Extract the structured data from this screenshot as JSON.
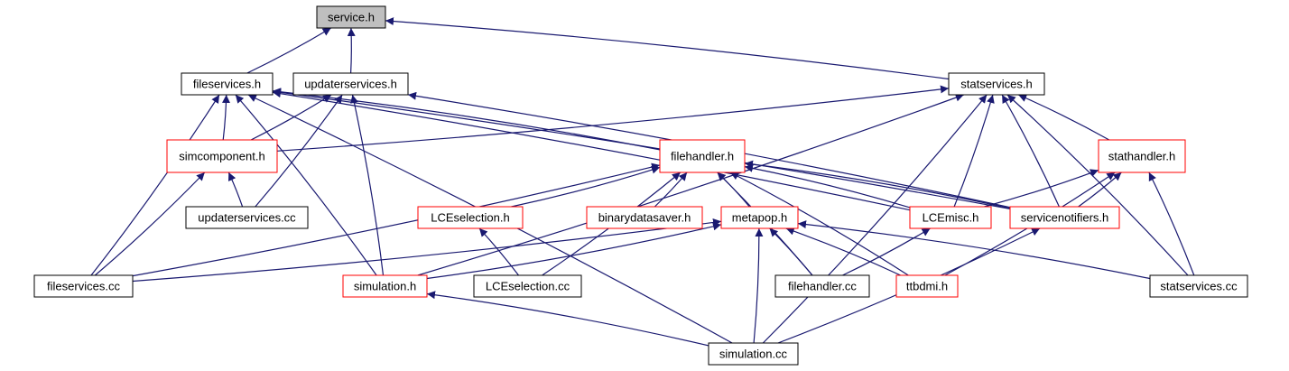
{
  "colors": {
    "edge": "#191970",
    "root_fill": "#bfbfbf",
    "black_border": "#000000",
    "red_border": "#ff0000",
    "background": "#ffffff"
  },
  "nodes": [
    {
      "id": "service_h",
      "label": "service.h",
      "style": "root"
    },
    {
      "id": "fileservices_h",
      "label": "fileservices.h",
      "style": "black"
    },
    {
      "id": "updaterservices_h",
      "label": "updaterservices.h",
      "style": "black"
    },
    {
      "id": "statservices_h",
      "label": "statservices.h",
      "style": "black"
    },
    {
      "id": "simcomponent_h",
      "label": "simcomponent.h",
      "style": "red"
    },
    {
      "id": "filehandler_h",
      "label": "filehandler.h",
      "style": "red"
    },
    {
      "id": "stathandler_h",
      "label": "stathandler.h",
      "style": "red"
    },
    {
      "id": "updaterservices_cc",
      "label": "updaterservices.cc",
      "style": "black"
    },
    {
      "id": "LCEselection_h",
      "label": "LCEselection.h",
      "style": "red"
    },
    {
      "id": "binarydatasaver_h",
      "label": "binarydatasaver.h",
      "style": "red"
    },
    {
      "id": "metapop_h",
      "label": "metapop.h",
      "style": "red"
    },
    {
      "id": "LCEmisc_h",
      "label": "LCEmisc.h",
      "style": "red"
    },
    {
      "id": "servicenotifiers_h",
      "label": "servicenotifiers.h",
      "style": "red"
    },
    {
      "id": "fileservices_cc",
      "label": "fileservices.cc",
      "style": "black"
    },
    {
      "id": "simulation_h",
      "label": "simulation.h",
      "style": "red"
    },
    {
      "id": "LCEselection_cc",
      "label": "LCEselection.cc",
      "style": "black"
    },
    {
      "id": "filehandler_cc",
      "label": "filehandler.cc",
      "style": "black"
    },
    {
      "id": "ttbdmi_h",
      "label": "ttbdmi.h",
      "style": "red"
    },
    {
      "id": "statservices_cc",
      "label": "statservices.cc",
      "style": "black"
    },
    {
      "id": "simulation_cc",
      "label": "simulation.cc",
      "style": "black"
    }
  ],
  "edges": [
    {
      "from": "fileservices_h",
      "to": "service_h"
    },
    {
      "from": "updaterservices_h",
      "to": "service_h"
    },
    {
      "from": "statservices_h",
      "to": "service_h"
    },
    {
      "from": "simcomponent_h",
      "to": "fileservices_h"
    },
    {
      "from": "filehandler_h",
      "to": "fileservices_h"
    },
    {
      "from": "LCEmisc_h",
      "to": "fileservices_h"
    },
    {
      "from": "servicenotifiers_h",
      "to": "fileservices_h"
    },
    {
      "from": "fileservices_cc",
      "to": "fileservices_h"
    },
    {
      "from": "simulation_h",
      "to": "fileservices_h"
    },
    {
      "from": "simulation_cc",
      "to": "fileservices_h"
    },
    {
      "from": "simcomponent_h",
      "to": "updaterservices_h"
    },
    {
      "from": "updaterservices_cc",
      "to": "updaterservices_h"
    },
    {
      "from": "simulation_h",
      "to": "updaterservices_h"
    },
    {
      "from": "servicenotifiers_h",
      "to": "updaterservices_h"
    },
    {
      "from": "simcomponent_h",
      "to": "statservices_h"
    },
    {
      "from": "simulation_h",
      "to": "statservices_h"
    },
    {
      "from": "LCEmisc_h",
      "to": "statservices_h"
    },
    {
      "from": "stathandler_h",
      "to": "statservices_h"
    },
    {
      "from": "servicenotifiers_h",
      "to": "statservices_h"
    },
    {
      "from": "statservices_cc",
      "to": "statservices_h"
    },
    {
      "from": "simulation_cc",
      "to": "statservices_h"
    },
    {
      "from": "fileservices_cc",
      "to": "simcomponent_h"
    },
    {
      "from": "updaterservices_cc",
      "to": "simcomponent_h"
    },
    {
      "from": "fileservices_cc",
      "to": "filehandler_h"
    },
    {
      "from": "LCEselection_h",
      "to": "filehandler_h"
    },
    {
      "from": "binarydatasaver_h",
      "to": "filehandler_h"
    },
    {
      "from": "metapop_h",
      "to": "filehandler_h"
    },
    {
      "from": "LCEmisc_h",
      "to": "filehandler_h"
    },
    {
      "from": "servicenotifiers_h",
      "to": "filehandler_h"
    },
    {
      "from": "LCEselection_cc",
      "to": "filehandler_h"
    },
    {
      "from": "filehandler_cc",
      "to": "filehandler_h"
    },
    {
      "from": "ttbdmi_h",
      "to": "filehandler_h"
    },
    {
      "from": "LCEmisc_h",
      "to": "stathandler_h"
    },
    {
      "from": "servicenotifiers_h",
      "to": "stathandler_h"
    },
    {
      "from": "ttbdmi_h",
      "to": "stathandler_h"
    },
    {
      "from": "statservices_cc",
      "to": "stathandler_h"
    },
    {
      "from": "LCEselection_cc",
      "to": "LCEselection_h"
    },
    {
      "from": "fileservices_cc",
      "to": "metapop_h"
    },
    {
      "from": "simulation_h",
      "to": "metapop_h"
    },
    {
      "from": "filehandler_cc",
      "to": "metapop_h"
    },
    {
      "from": "ttbdmi_h",
      "to": "metapop_h"
    },
    {
      "from": "statservices_cc",
      "to": "metapop_h"
    },
    {
      "from": "simulation_cc",
      "to": "metapop_h"
    },
    {
      "from": "filehandler_cc",
      "to": "LCEmisc_h"
    },
    {
      "from": "simulation_cc",
      "to": "servicenotifiers_h"
    },
    {
      "from": "simulation_cc",
      "to": "simulation_h"
    }
  ]
}
